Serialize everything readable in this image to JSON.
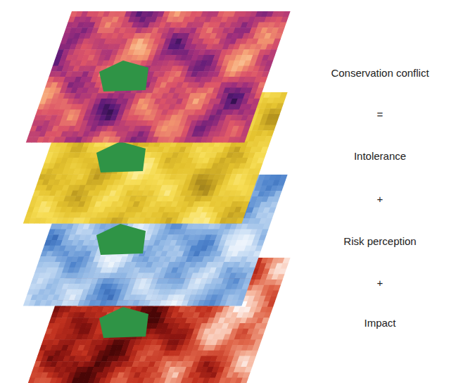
{
  "diagram": {
    "labels": [
      "Conservation conflict",
      "=",
      "Intolerance",
      "+",
      "Risk perception",
      "+",
      "Impact"
    ]
  }
}
